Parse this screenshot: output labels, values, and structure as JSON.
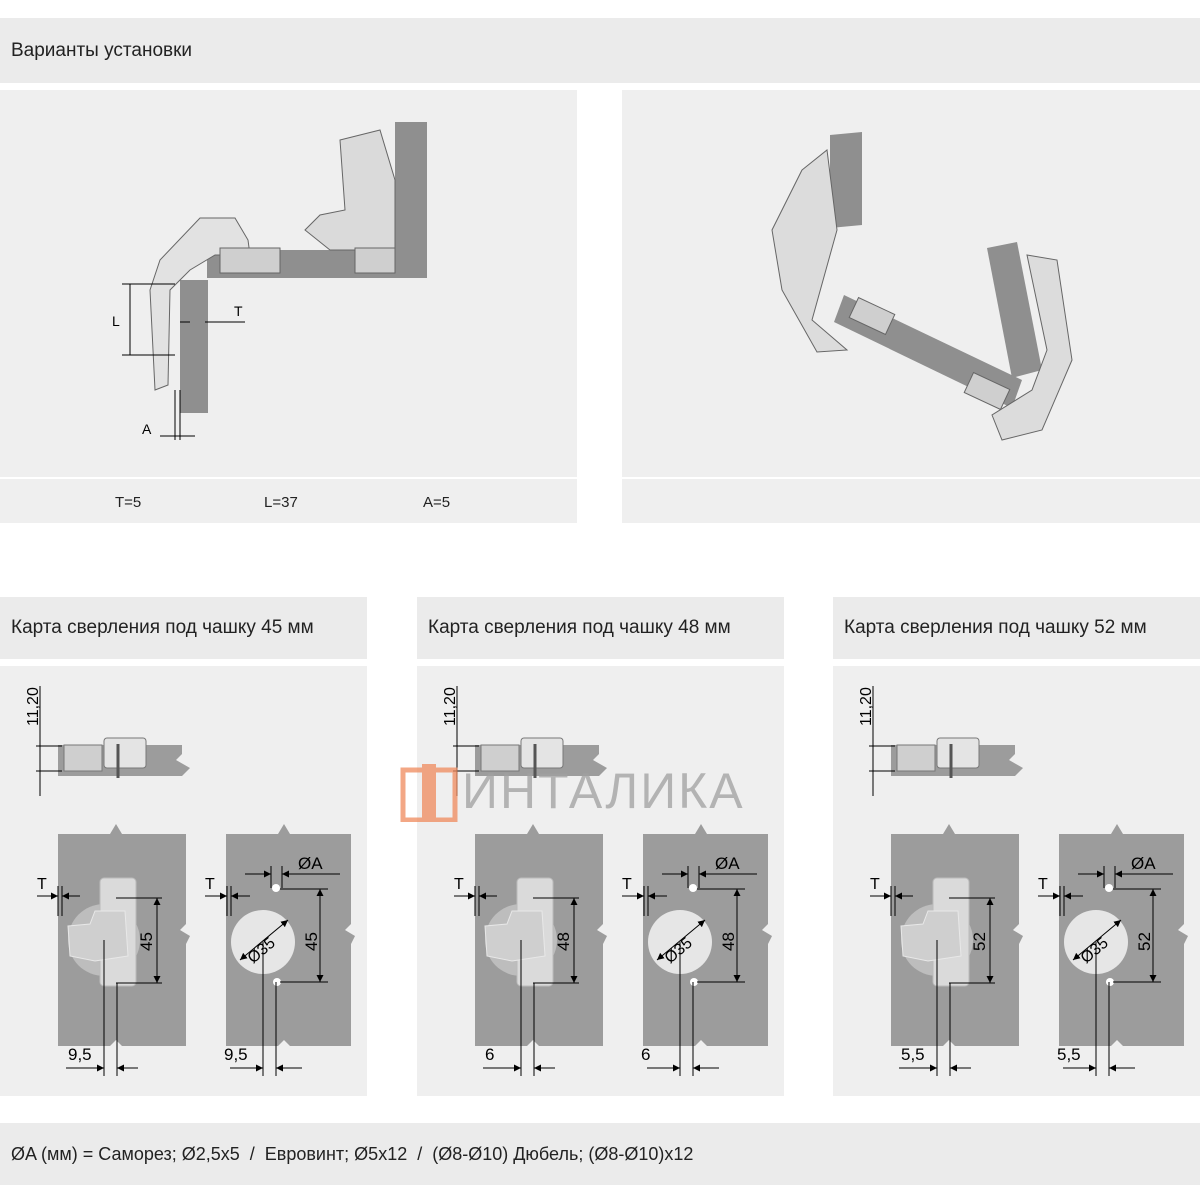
{
  "install": {
    "title": "Варианты установки",
    "params": [
      "T=5",
      "L=37",
      "A=5"
    ],
    "dim_labels": {
      "T": "T",
      "L": "L",
      "A": "A"
    }
  },
  "watermark": "ИНТАЛИКА",
  "drill_maps": [
    {
      "title": "Карта сверления под чашку 45 мм",
      "height_label": "11,20",
      "t_label": "T",
      "dist": "45",
      "offset": "9,5",
      "dia": "Ø35",
      "dia_a": "ØA"
    },
    {
      "title": "Карта сверления под чашку 48 мм",
      "height_label": "11,20",
      "t_label": "T",
      "dist": "48",
      "offset": "6",
      "dia": "Ø35",
      "dia_a": "ØA"
    },
    {
      "title": "Карта сверления под чашку 52 мм",
      "height_label": "11,20",
      "t_label": "T",
      "dist": "52",
      "offset": "5,5",
      "dia": "Ø35",
      "dia_a": "ØA"
    }
  ],
  "footer": "ØA (мм) = Саморез; Ø2,5x5  /  Евровинт; Ø5x12  /  (Ø8-Ø10) Дюбель; (Ø8-Ø10)x12",
  "colors": {
    "bar": "#ebebeb",
    "panel": "#efefef",
    "material": "#9c9c9c",
    "logo": "#f08a5d"
  }
}
